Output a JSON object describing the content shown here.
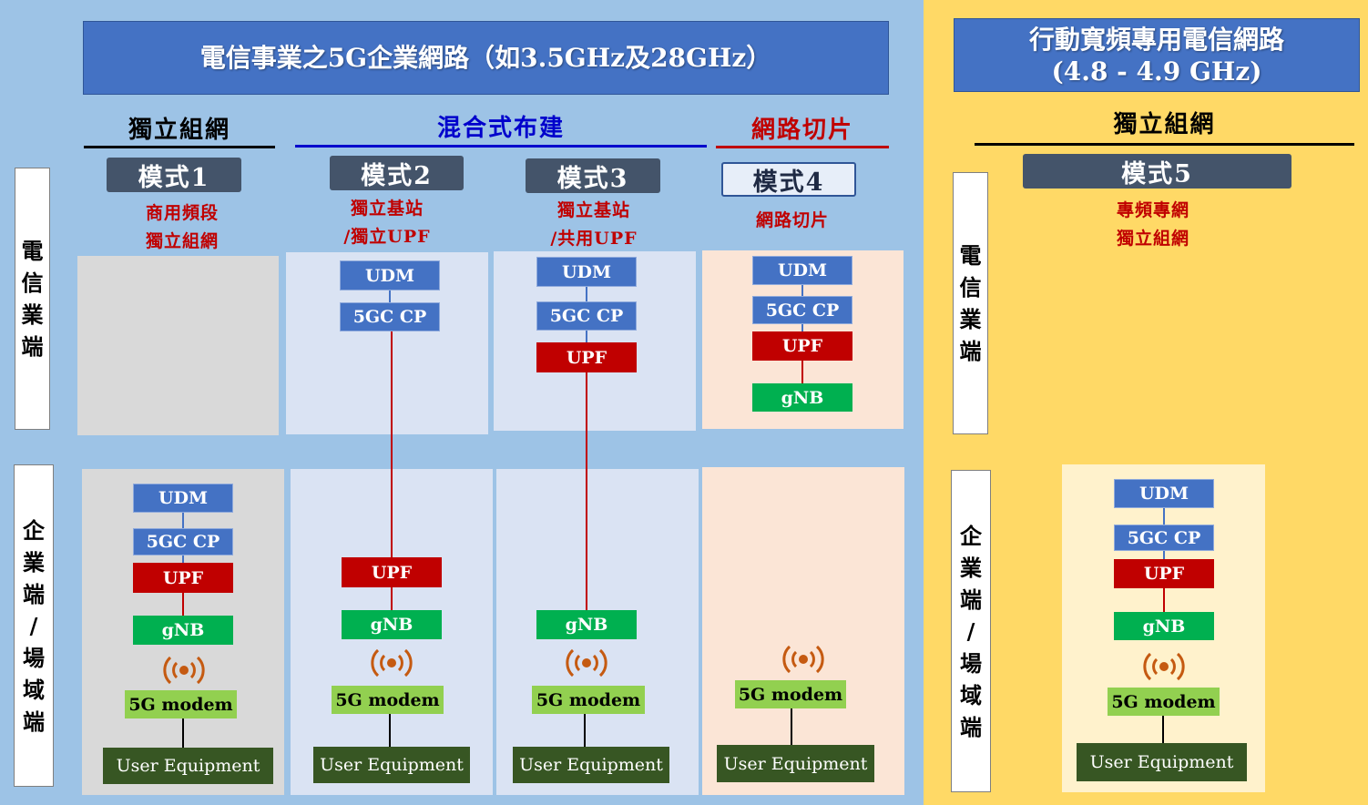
{
  "header_left": "電信事業之5G企業網路（如3.5GHz及28GHz）",
  "header_right_line1": "行動寬頻專用電信網路",
  "header_right_line2": "(4.8 - 4.9 GHz)",
  "sections": {
    "standalone": "獨立組網",
    "hybrid": "混合式布建",
    "slicing": "網路切片",
    "standalone_right": "獨立組網"
  },
  "modes": [
    {
      "label": "模式1",
      "sub1": "商用頻段",
      "sub2": "獨立組網"
    },
    {
      "label": "模式2",
      "sub1": "獨立基站",
      "sub2": "/獨立UPF"
    },
    {
      "label": "模式3",
      "sub1": "獨立基站",
      "sub2": "/共用UPF"
    },
    {
      "label": "模式4",
      "sub1": "網路切片",
      "sub2": ""
    },
    {
      "label": "模式5",
      "sub1": "專頻專網",
      "sub2": "獨立組網"
    }
  ],
  "side_telecom": [
    "電",
    "信",
    "業",
    "端"
  ],
  "side_enterprise": [
    "企",
    "業",
    "端",
    "/",
    "場",
    "域",
    "端"
  ],
  "nodes": {
    "udm": "UDM",
    "cp": "5GC CP",
    "upf": "UPF",
    "gnb": "gNB",
    "modem": "5G modem",
    "ue": "User Equipment"
  },
  "signal_icon": "radio-wave-icon",
  "colors": {
    "left_bg": "#9dc3e6",
    "right_bg": "#ffd966",
    "header_blue": "#4472c4",
    "upf_red": "#c00000",
    "gnb_green": "#00b050",
    "modem_green": "#92d050",
    "ue_dark_green": "#375623",
    "mode_gray": "#44546a"
  }
}
